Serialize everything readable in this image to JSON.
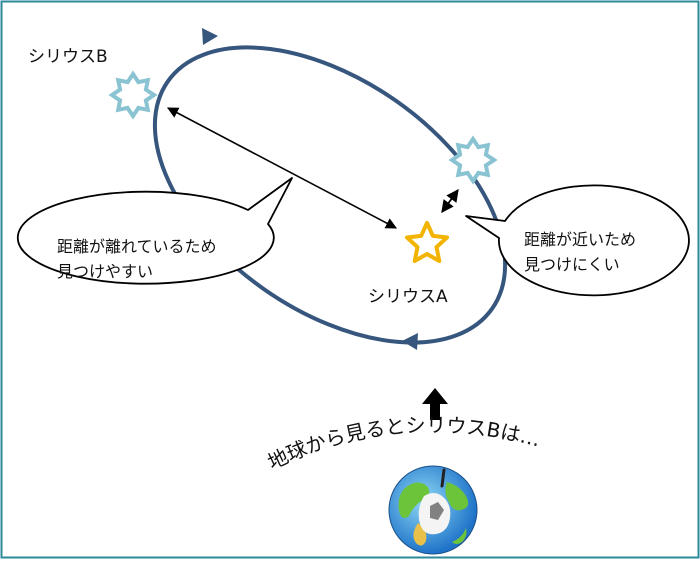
{
  "labels": {
    "sirius_b": "シリウスB",
    "sirius_a": "シリウスA"
  },
  "bubbles": {
    "left": [
      "距離が離れているため",
      "見つけやすい"
    ],
    "right": [
      "距離が近いため",
      "見つけにくい"
    ]
  },
  "earth_caption": "地球から見るとシリウスBは…",
  "colors": {
    "border": "#2e8a9a",
    "orbit": "#36567e",
    "sirius_b": "#8ac3d2",
    "sirius_a": "#f2b400",
    "earth_ocean": "#1e73c8",
    "earth_land": "#6cc43a"
  },
  "icons": [
    "sirius-b-star-icon",
    "sirius-a-star-icon",
    "earth-globe-icon",
    "up-arrow-icon"
  ]
}
